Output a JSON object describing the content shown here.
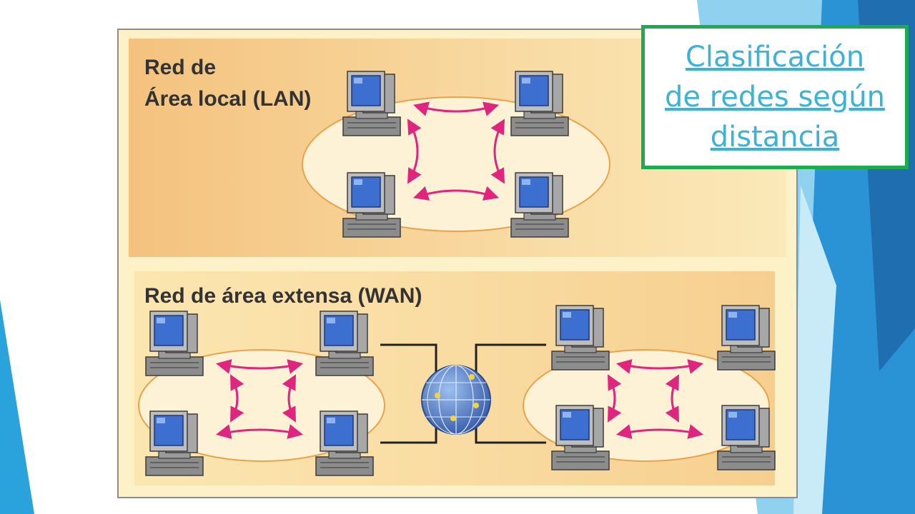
{
  "slide": {
    "title_lines": [
      "Clasificación",
      "de redes según",
      "distancia"
    ]
  },
  "diagram": {
    "lan_label_line1": "Red de",
    "lan_label_line2": "Área local (LAN)",
    "wan_label": "Red de área extensa (WAN)"
  },
  "colors": {
    "title_border": "#1eaa4e",
    "title_text": "#3cb3d4",
    "panel_orange": "#f4c27e",
    "panel_pale": "#fbe9b1",
    "oval": "#fdf2d6",
    "arrows": "#e0257e",
    "monitor_screen": "#3d6fd0",
    "accent_blue": "#2a93d5"
  }
}
